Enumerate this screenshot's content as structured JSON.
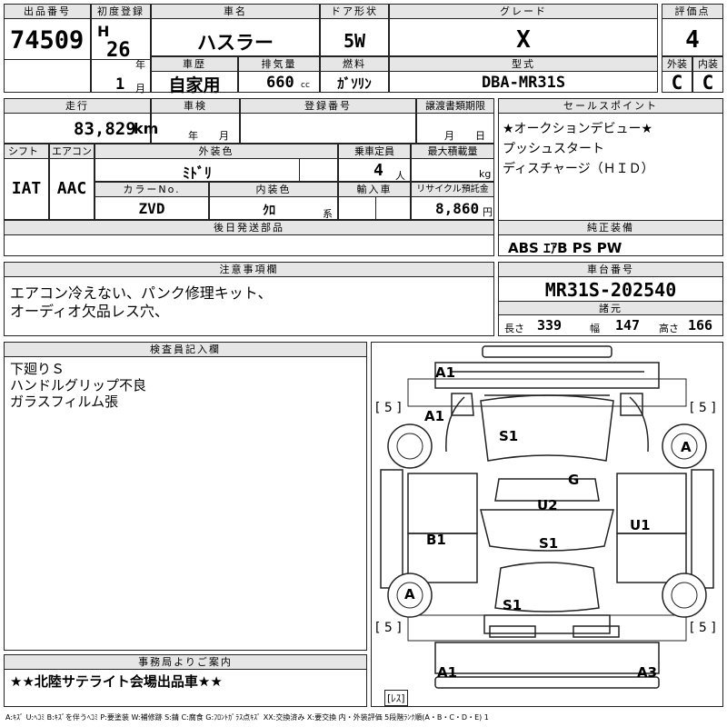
{
  "labels": {
    "lot_no": "出品番号",
    "first_reg": "初度登録",
    "car_name": "車名",
    "door": "ドア形状",
    "grade": "グレード",
    "score": "評価点",
    "history": "車歴",
    "displacement": "排気量",
    "fuel": "燃料",
    "model_type": "型式",
    "exterior": "外装",
    "interior": "内装",
    "mileage": "走行",
    "inspection": "車検",
    "plate": "登録番号",
    "transfer_deadline": "譲渡書類期限",
    "sales_point": "セールスポイント",
    "shift": "シフト",
    "aircon": "エアコン",
    "exterior_color": "外装色",
    "capacity": "乗車定員",
    "max_load": "最大積載量",
    "color_no": "カラーNo.",
    "interior_color": "内装色",
    "import": "輸入車",
    "recycle": "リサイクル預託金",
    "later_parts": "後日発送部品",
    "genuine_equipment": "純正装備",
    "notes": "注意事項欄",
    "chassis_no": "車台番号",
    "dimensions": "諸元",
    "length": "長さ",
    "width": "幅",
    "height": "高さ",
    "inspector": "検査員記入欄",
    "office": "事務局よりご案内",
    "year_unit": "年",
    "month_unit": "月",
    "cc_unit": "cc",
    "km_unit": "km",
    "person_unit": "人",
    "kg_unit": "kg",
    "yen_unit": "円",
    "kei_unit": "系",
    "insp_year": "年",
    "insp_month": "月",
    "transfer_month": "月",
    "transfer_day": "日"
  },
  "values": {
    "lot_no": "74509",
    "era": "H",
    "year": "26",
    "month": "1",
    "car_name": "ハスラー",
    "door": "5W",
    "grade": "X",
    "score": "4",
    "history": "自家用",
    "displacement": "660",
    "fuel": "ｶﾞｿﾘﾝ",
    "model_type": "DBA-MR31S",
    "exterior_score": "C",
    "interior_score": "C",
    "mileage": "83,829",
    "shift": "IAT",
    "aircon": "AAC",
    "exterior_color": "ﾐﾄﾞﾘ",
    "capacity": "4",
    "color_no": "ZVD",
    "interior_color": "ｸﾛ",
    "recycle": "8,860",
    "genuine_equipment": "ABS ｴｱB PS PW",
    "chassis_no": "MR31S-202540",
    "length": "339",
    "width": "147",
    "height": "166"
  },
  "sales_points": [
    "★オークションデビュー★",
    "プッシュスタート",
    "ディスチャージ（ＨＩＤ）"
  ],
  "notes_lines": [
    "エアコン冷えない、パンク修理キット、",
    "オーディオ欠品レス穴、"
  ],
  "inspector_lines": [
    "下廻りＳ",
    "ハンドルグリップ不良",
    "ガラスフィルム張"
  ],
  "office_note": "★★北陸サテライト会場出品車★★",
  "diagram": {
    "marks": [
      "A1",
      "A1",
      "S1",
      "A",
      "G",
      "U2",
      "U1",
      "B1",
      "S1",
      "A",
      "S1",
      "A1",
      "A3"
    ],
    "tire_tread": [
      "[ 5 ]",
      "[ 5 ]",
      "[ 5 ]",
      "[ 5 ]"
    ],
    "spare": "[ﾚｽ]"
  },
  "legend": "A:ｷｽﾞ U:ﾍｺﾐ B:ｷｽﾞを伴うﾍｺﾐ P:要塗装 W:補修跡 S:錆 C:腐食 G:ﾌﾛﾝﾄｶﾞﾗｽ点ｷｽﾞ XX:交換済み X:要交換 内・外装評価 5段階ﾗﾝｸ順(A・B・C・D・E) 1"
}
